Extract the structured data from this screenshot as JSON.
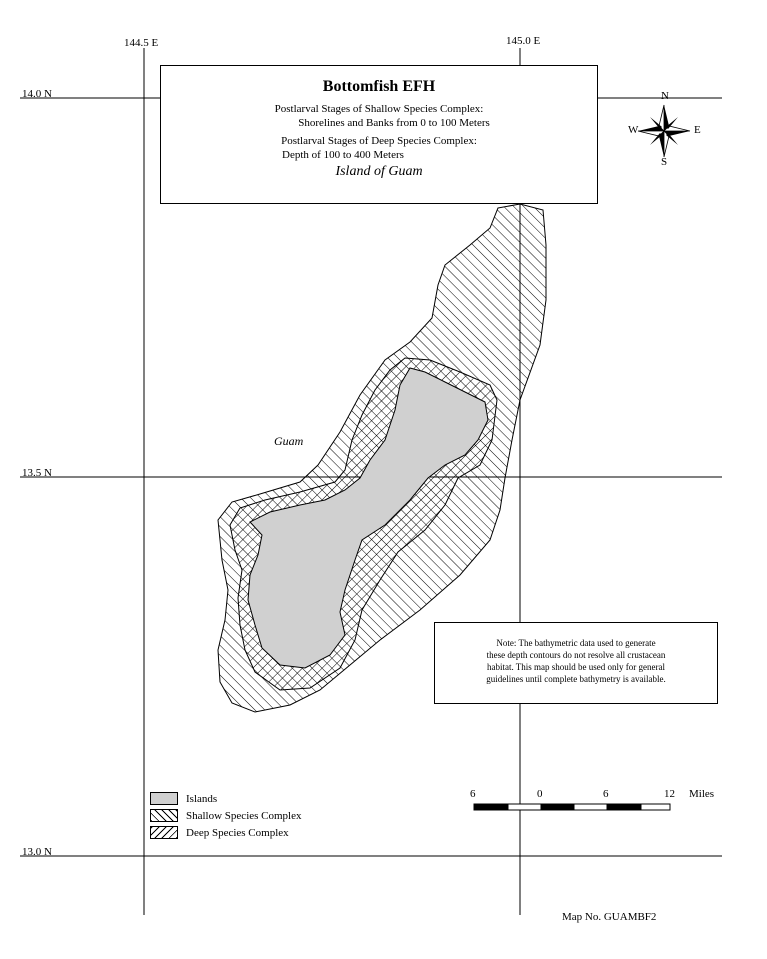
{
  "title": {
    "main": "Bottomfish EFH",
    "shallow_line1": "Postlarval Stages of Shallow Species Complex:",
    "shallow_line2": "Shorelines and Banks from 0 to 100 Meters",
    "deep_line1": "Postlarval Stages of Deep Species Complex:",
    "deep_line2": "Depth of 100 to 400 Meters",
    "region": "Island of Guam"
  },
  "graticule": {
    "lon_labels": [
      "144.5 E",
      "145.0 E"
    ],
    "lat_labels": [
      "14.0 N",
      "13.5 N",
      "13.0 N"
    ]
  },
  "compass": {
    "n": "N",
    "s": "S",
    "e": "E",
    "w": "W"
  },
  "place_label": "Guam",
  "note": {
    "line1": "Note:  The bathymetric data used to generate",
    "line2": "these depth contours do not resolve all crustacean",
    "line3": "habitat.  This map should be used only for general",
    "line4": "guidelines until complete bathymetry is available."
  },
  "legend": {
    "islands": "Islands",
    "shallow": "Shallow Species Complex",
    "deep": "Deep Species Complex"
  },
  "scale": {
    "ticks": [
      "6",
      "0",
      "6",
      "12"
    ],
    "unit": "Miles"
  },
  "map_number": "Map No. GUAMBF2",
  "colors": {
    "island_fill": "#d0d0d0",
    "line": "#000000",
    "background": "#ffffff"
  }
}
